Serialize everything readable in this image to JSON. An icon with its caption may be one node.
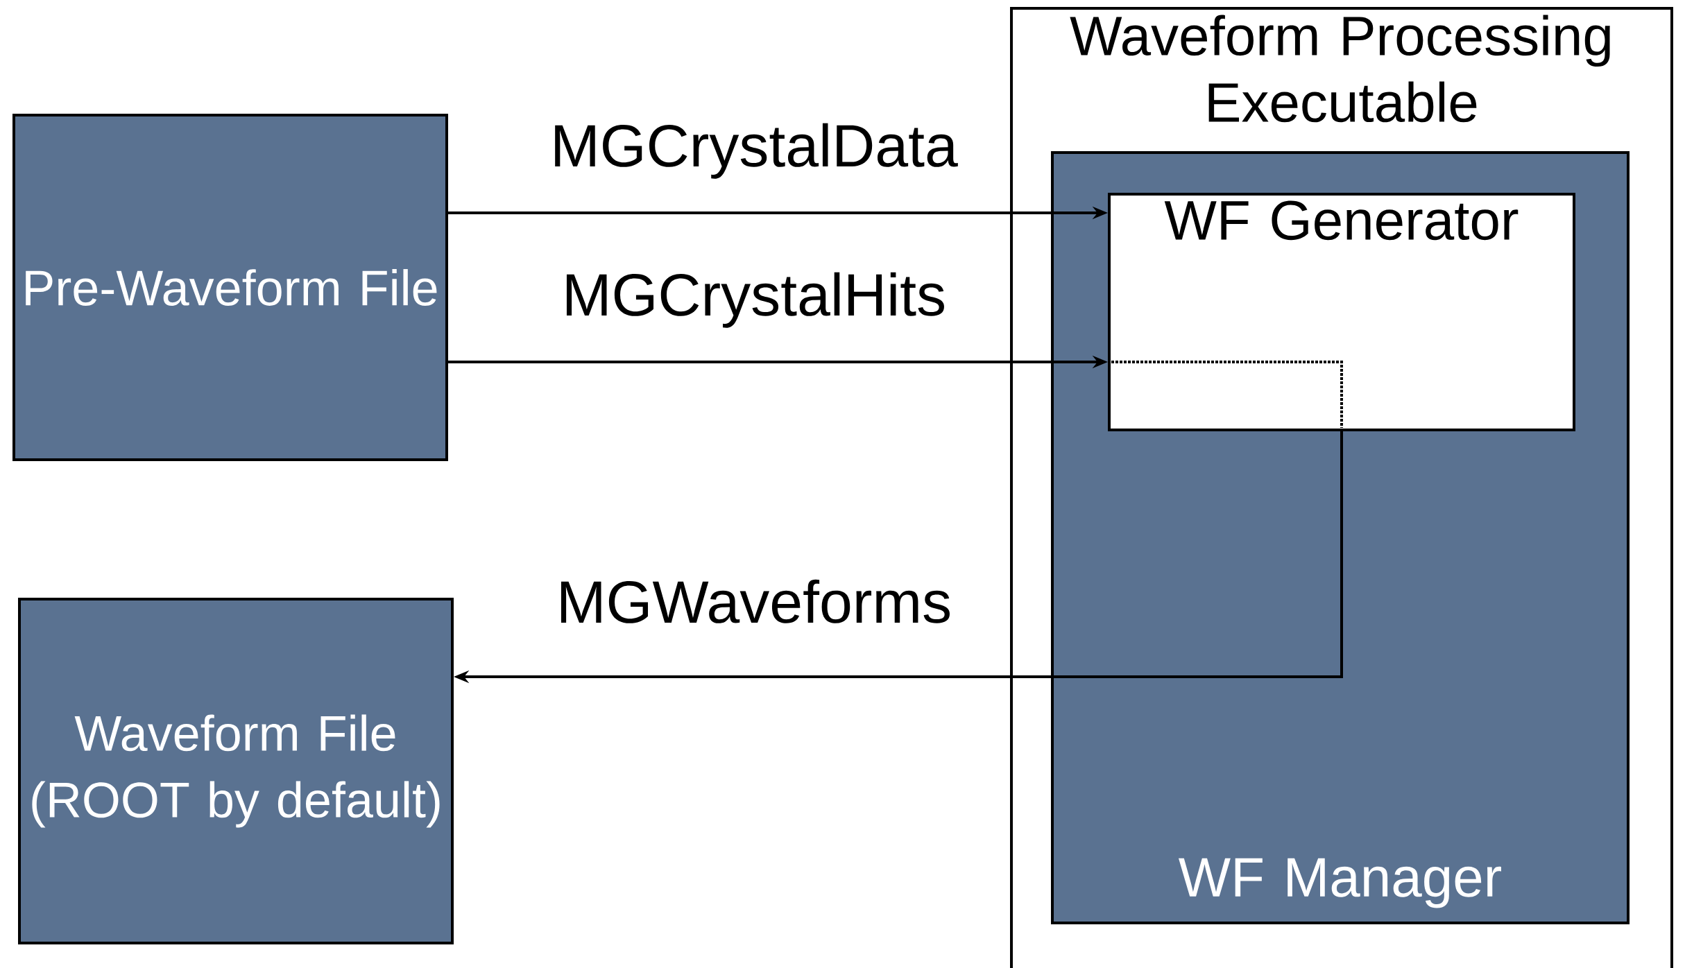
{
  "diagram": {
    "nodes": [
      {
        "text": [
          "Pre-Waveform File"
        ]
      },
      {
        "text": [
          "Waveform File (ROOT by default)"
        ]
      },
      {
        "text": [
          "Waveform Processing Executable"
        ]
      },
      {
        "text": [
          "WF Manager"
        ],
        "in": 2
      },
      {
        "text": [
          "WF Generator"
        ],
        "in": 3
      }
    ],
    "edges": [
      {
        "from": 0,
        "to": 4,
        "arrow": "to",
        "label": "MGCrystalData"
      },
      {
        "from": 0,
        "to": 4,
        "arrow": "to",
        "label": "MGCrystalHits"
      },
      {
        "from": 4,
        "to": 1,
        "arrow": "to",
        "label": "MGWaveforms"
      }
    ]
  }
}
